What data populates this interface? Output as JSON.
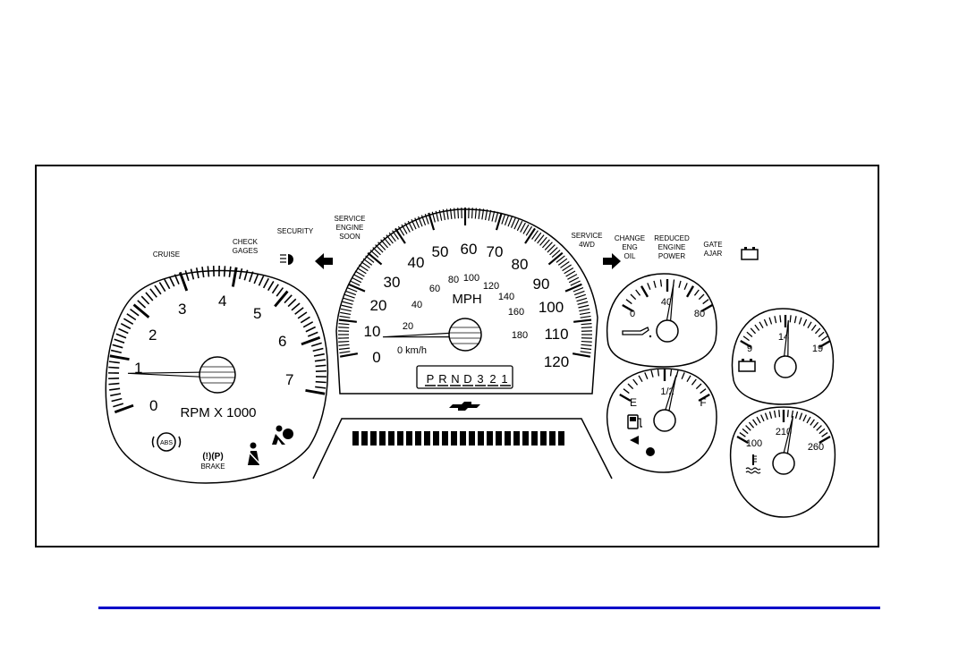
{
  "warning_labels": {
    "cruise": "CRUISE",
    "check_gages": [
      "CHECK",
      "GAGES"
    ],
    "security": "SECURITY",
    "service_engine_soon": [
      "SERVICE",
      "ENGINE",
      "SOON"
    ],
    "service_4wd": [
      "SERVICE",
      "4WD"
    ],
    "change_eng_oil": [
      "CHANGE",
      "ENG",
      "OIL"
    ],
    "reduced_engine_power": [
      "REDUCED",
      "ENGINE",
      "POWER"
    ],
    "gate_ajar": [
      "GATE",
      "AJAR"
    ]
  },
  "tachometer": {
    "label": "RPM X 1000",
    "ticks": [
      "0",
      "1",
      "2",
      "3",
      "4",
      "5",
      "6",
      "7"
    ],
    "needle_value": 0.7,
    "max": 7,
    "abs_label": "ABS",
    "brake_label": "BRAKE",
    "brake_symbol": "(!)(P)"
  },
  "speedometer": {
    "mph_label": "MPH",
    "kmh_label": "0 km/h",
    "mph_ticks": [
      "0",
      "10",
      "20",
      "30",
      "40",
      "50",
      "60",
      "70",
      "80",
      "90",
      "100",
      "110",
      "120"
    ],
    "kmh_ticks": [
      "20",
      "40",
      "60",
      "80",
      "100",
      "120",
      "140",
      "160",
      "180"
    ],
    "needle_value": 5
  },
  "gear_indicator": [
    "P",
    "R",
    "N",
    "D",
    "3",
    "2",
    "1"
  ],
  "oil_gauge": {
    "ticks": [
      "0",
      "40",
      "80"
    ],
    "needle_value": 45
  },
  "voltmeter": {
    "ticks": [
      "9",
      "14",
      "19"
    ],
    "needle_value": 14.3
  },
  "fuel_gauge": {
    "empty": "E",
    "half": "1/2",
    "full": "F",
    "needle_value": 0.62
  },
  "temp_gauge": {
    "ticks": [
      "100",
      "210",
      "260"
    ],
    "needle_value": 195
  },
  "colors": {
    "ink": "#000000",
    "footer_rule": "#0000c8"
  }
}
